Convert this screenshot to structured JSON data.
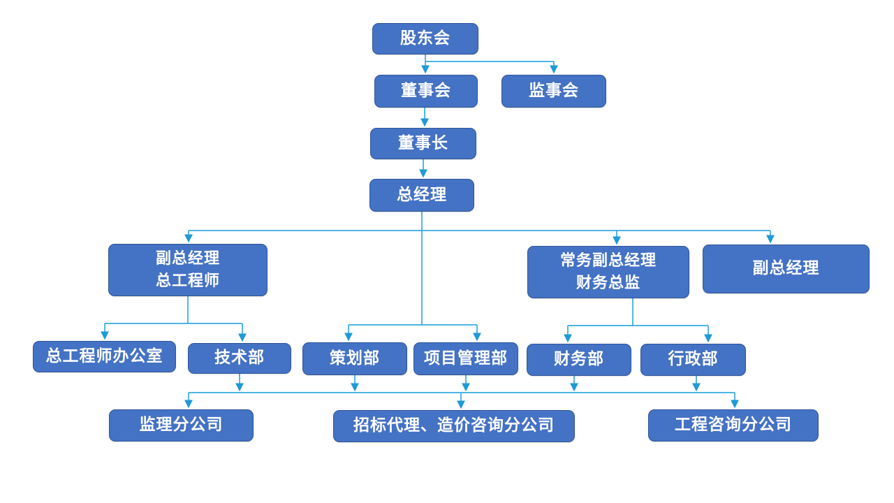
{
  "colors": {
    "background": "#FFFFFF",
    "node_fill": "#4472C4",
    "node_border": "#2F5597",
    "node_text": "#FFFFFF",
    "connector": "#35A9E1",
    "arrowhead": "#1E9AD6"
  },
  "diagram_type": "organization-chart",
  "nodes": [
    {
      "id": "shareholders-meeting",
      "label": "股东会"
    },
    {
      "id": "board-of-directors",
      "label": "董事会"
    },
    {
      "id": "board-of-supervisors",
      "label": "监事会"
    },
    {
      "id": "chairman",
      "label": "董事长"
    },
    {
      "id": "general-manager",
      "label": "总经理"
    },
    {
      "id": "deputy-gm-chief-engineer",
      "label": "副总经理\n总工程师"
    },
    {
      "id": "executive-deputy-gm-cfo",
      "label": "常务副总经理\n财务总监"
    },
    {
      "id": "deputy-gm",
      "label": "副总经理"
    },
    {
      "id": "chief-engineer-office",
      "label": "总工程师办公室"
    },
    {
      "id": "technology-dept",
      "label": "技术部"
    },
    {
      "id": "planning-dept",
      "label": "策划部"
    },
    {
      "id": "project-management-dept",
      "label": "项目管理部"
    },
    {
      "id": "finance-dept",
      "label": "财务部"
    },
    {
      "id": "administration-dept",
      "label": "行政部"
    },
    {
      "id": "supervision-branch",
      "label": "监理分公司"
    },
    {
      "id": "bidding-agency-cost-consulting-branch",
      "label": "招标代理、造价咨询分公司"
    },
    {
      "id": "engineering-consulting-branch",
      "label": "工程咨询分公司"
    }
  ],
  "edges": [
    {
      "from": "shareholders-meeting",
      "to": "board-of-directors"
    },
    {
      "from": "shareholders-meeting",
      "to": "board-of-supervisors"
    },
    {
      "from": "board-of-directors",
      "to": "chairman"
    },
    {
      "from": "chairman",
      "to": "general-manager"
    },
    {
      "from": "general-manager",
      "to": "deputy-gm-chief-engineer"
    },
    {
      "from": "general-manager",
      "to": "executive-deputy-gm-cfo"
    },
    {
      "from": "general-manager",
      "to": "deputy-gm"
    },
    {
      "from": "general-manager",
      "to": "planning-dept"
    },
    {
      "from": "general-manager",
      "to": "project-management-dept"
    },
    {
      "from": "deputy-gm-chief-engineer",
      "to": "chief-engineer-office"
    },
    {
      "from": "deputy-gm-chief-engineer",
      "to": "technology-dept"
    },
    {
      "from": "executive-deputy-gm-cfo",
      "to": "finance-dept"
    },
    {
      "from": "executive-deputy-gm-cfo",
      "to": "administration-dept"
    },
    {
      "from": "technology-dept",
      "to": "branch-bus"
    },
    {
      "from": "planning-dept",
      "to": "branch-bus"
    },
    {
      "from": "project-management-dept",
      "to": "branch-bus"
    },
    {
      "from": "finance-dept",
      "to": "branch-bus"
    },
    {
      "from": "administration-dept",
      "to": "branch-bus"
    },
    {
      "from": "branch-bus",
      "to": "supervision-branch"
    },
    {
      "from": "branch-bus",
      "to": "bidding-agency-cost-consulting-branch"
    },
    {
      "from": "branch-bus",
      "to": "engineering-consulting-branch"
    }
  ]
}
